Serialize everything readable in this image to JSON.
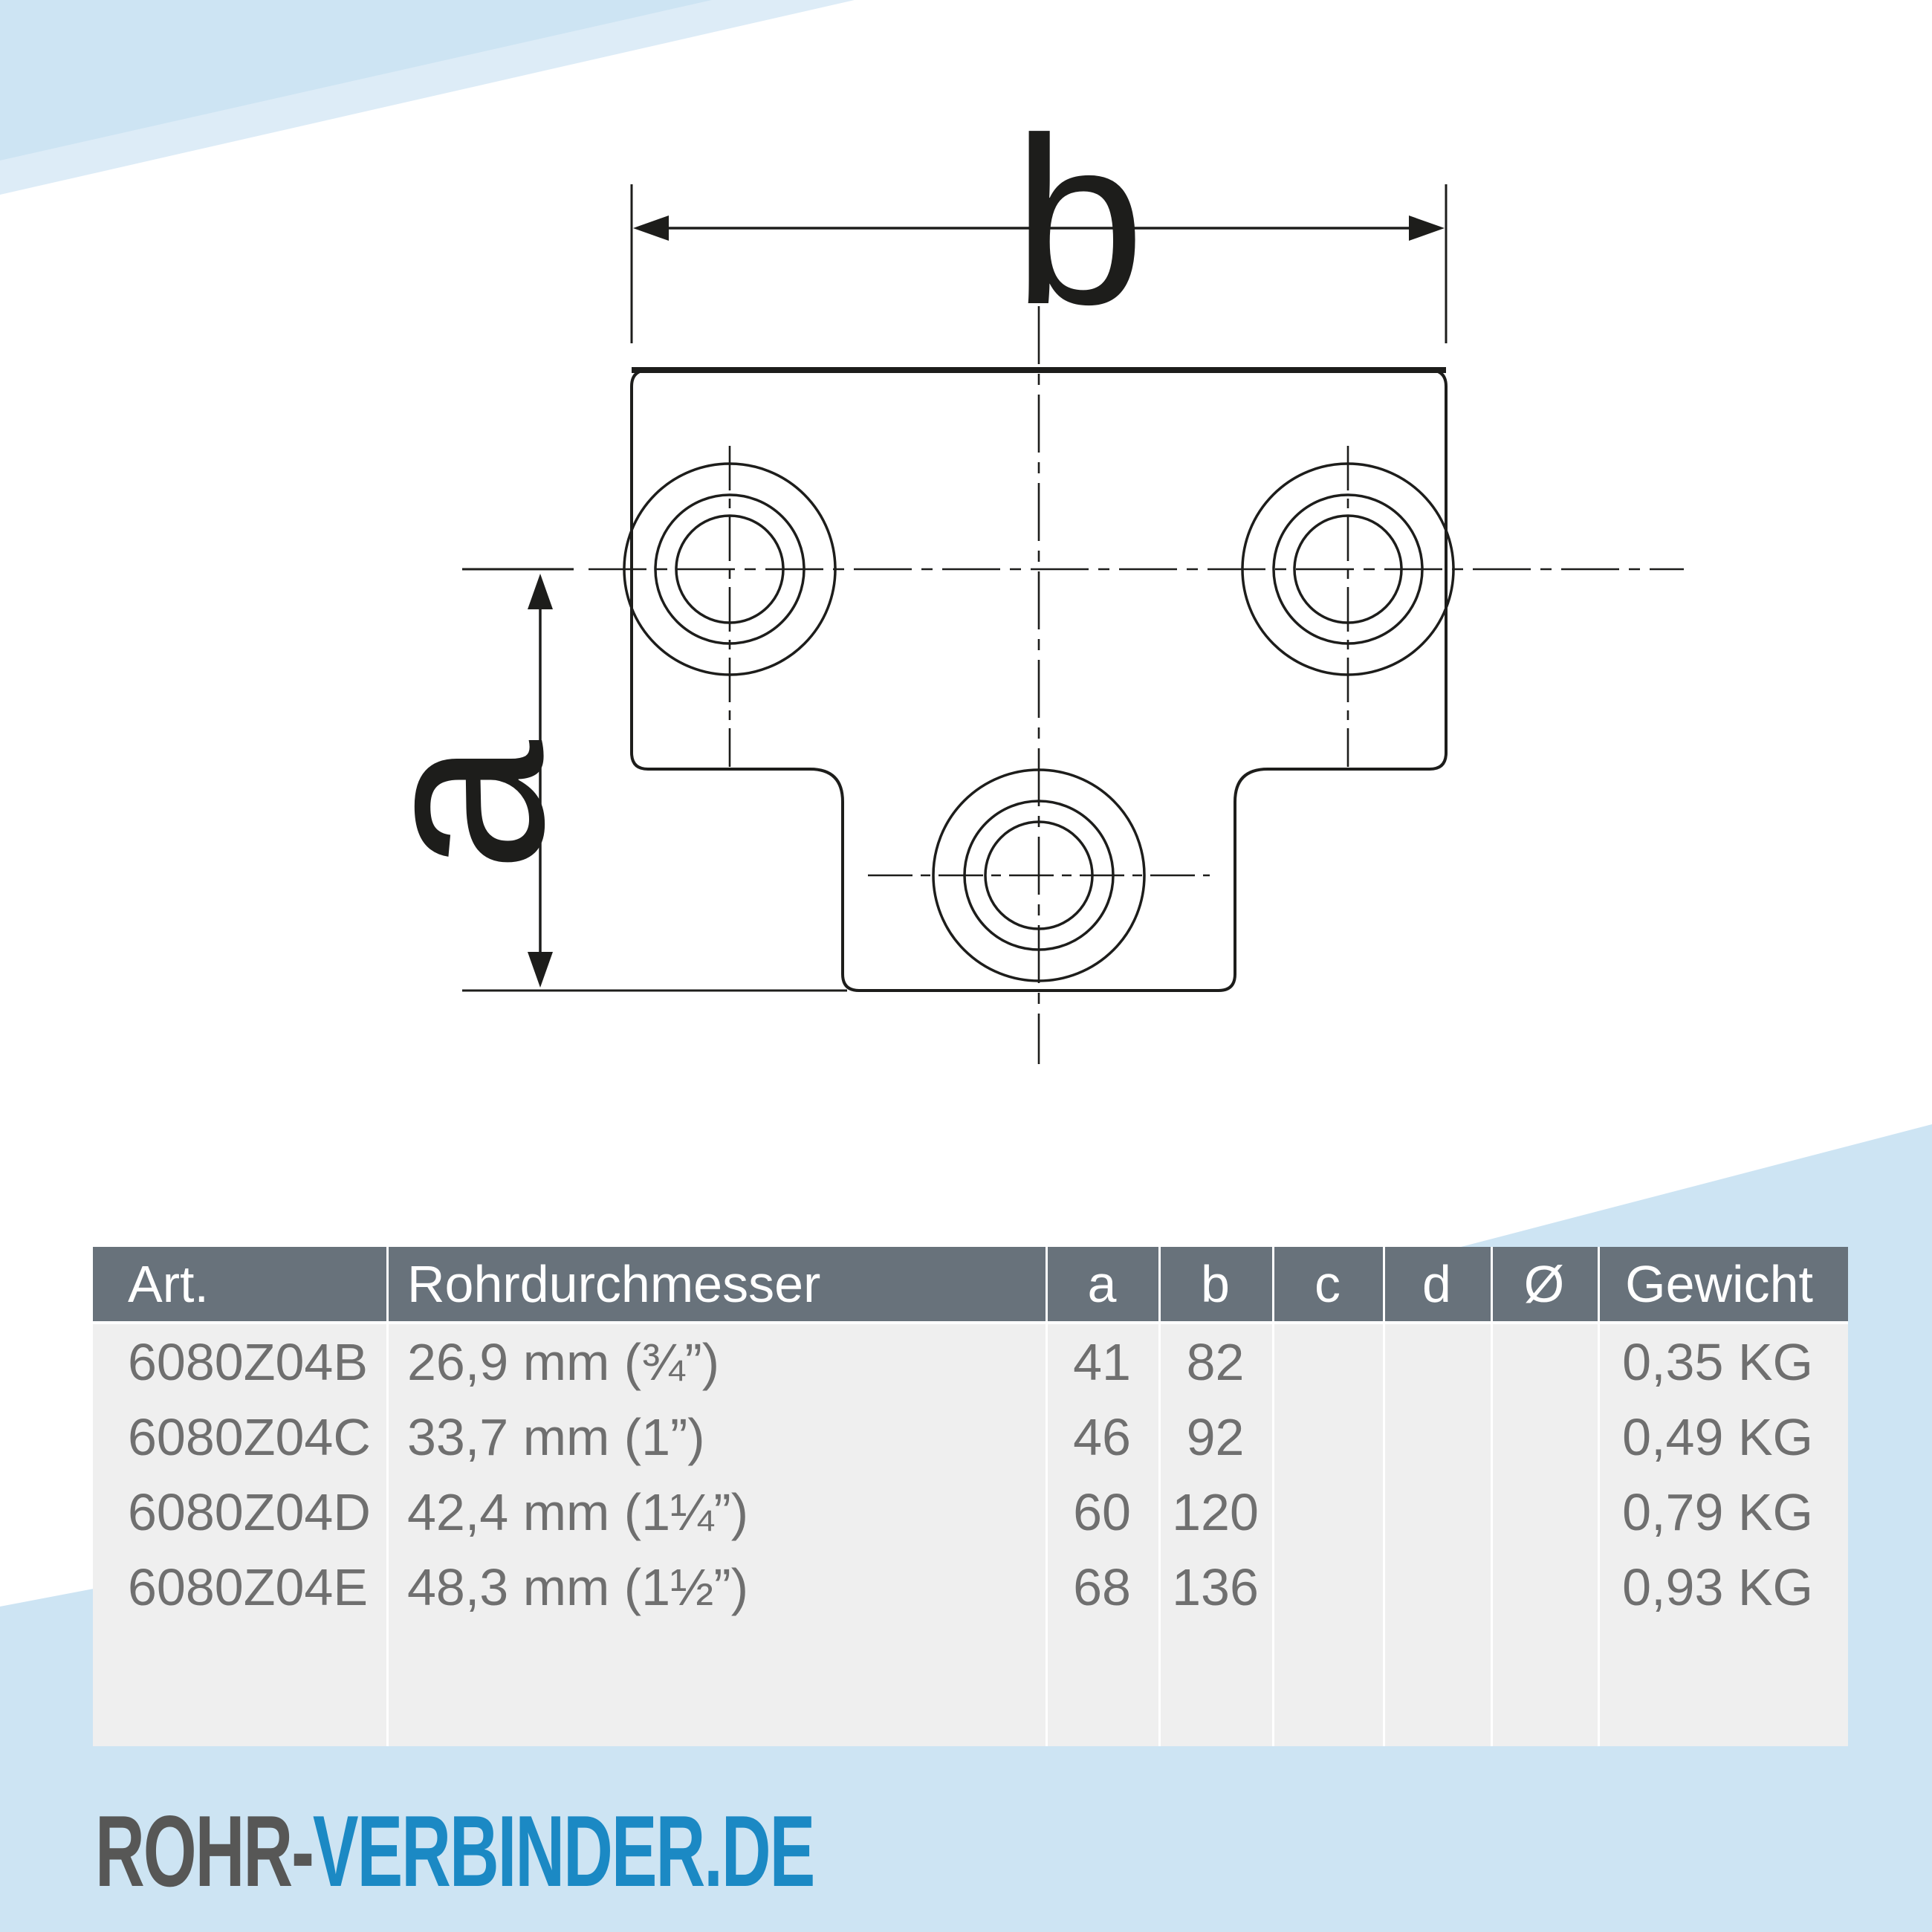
{
  "colors": {
    "blue_main": "#cde4f3",
    "blue_pale": "#ddecf7",
    "header_bg": "#68727b",
    "body_bg": "#efefef",
    "line": "#1d1d1b",
    "row_text": "#6f6f6f",
    "logo_gray": "#575756",
    "logo_blue": "#1b89c4"
  },
  "drawing": {
    "label_a": "a",
    "label_b": "b"
  },
  "table": {
    "headers": [
      "Art.",
      "Rohrdurchmesser",
      "a",
      "b",
      "c",
      "d",
      "Ø",
      "Gewicht"
    ],
    "rows": [
      {
        "art": "6080Z04B",
        "rohr": "26,9 mm (¾”)",
        "a": "41",
        "b": "82",
        "c": "",
        "d": "",
        "o": "",
        "gewicht": "0,35 KG"
      },
      {
        "art": "6080Z04C",
        "rohr": "33,7 mm (1”)",
        "a": "46",
        "b": "92",
        "c": "",
        "d": "",
        "o": "",
        "gewicht": "0,49 KG"
      },
      {
        "art": "6080Z04D",
        "rohr": "42,4 mm (1¼”)",
        "a": "60",
        "b": "120",
        "c": "",
        "d": "",
        "o": "",
        "gewicht": "0,79 KG"
      },
      {
        "art": "6080Z04E",
        "rohr": "48,3 mm (1½”)",
        "a": "68",
        "b": "136",
        "c": "",
        "d": "",
        "o": "",
        "gewicht": "0,93 KG"
      }
    ]
  },
  "logo": {
    "part1": "ROHR-",
    "part2": "VERBINDER.DE"
  }
}
